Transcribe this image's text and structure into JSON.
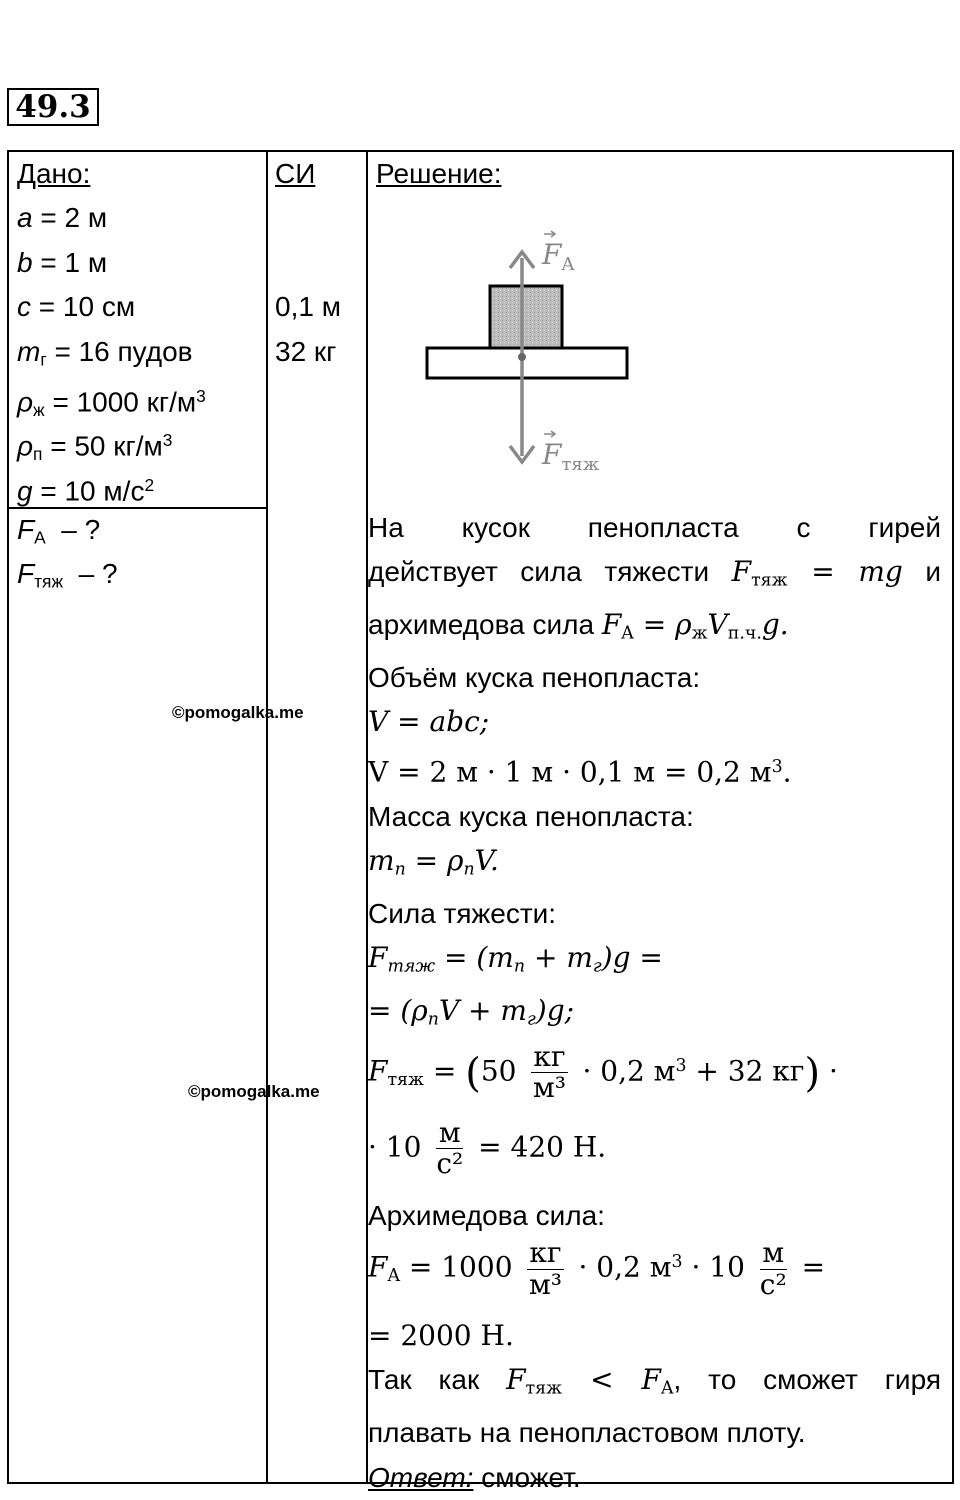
{
  "task_number": "49.3",
  "given": {
    "header": "Дано:",
    "lines": [
      {
        "v": "a",
        "s": "",
        "rest": " = 2 м",
        "p": ""
      },
      {
        "v": "b",
        "s": "",
        "rest": " = 1 м",
        "p": ""
      },
      {
        "v": "c",
        "s": "",
        "rest": " = 10 см",
        "p": ""
      },
      {
        "v": "m",
        "s": "г",
        "rest": " = 16 пудов",
        "p": ""
      },
      {
        "v": "ρ",
        "s": "ж",
        "rest": " = 1000 кг/м",
        "p": "3"
      },
      {
        "v": "ρ",
        "s": "п",
        "rest": " = 50 кг/м",
        "p": "3"
      },
      {
        "v": "g",
        "s": "",
        "rest": " = 10 м/с",
        "p": "2"
      }
    ]
  },
  "find": [
    {
      "v": "F",
      "s": "A",
      "rest": "  – ?"
    },
    {
      "v": "F",
      "s": "тяж",
      "rest": "  – ?"
    }
  ],
  "si": {
    "header": "СИ",
    "lines": [
      "",
      "",
      "0,1 м",
      "32 кг"
    ]
  },
  "solution": {
    "header": "Решение:",
    "diagram": {
      "label_top_main": "F",
      "label_top_sub": "A",
      "label_bottom_main": "F",
      "label_bottom_sub": "тяж"
    },
    "p1": {
      "t1": "На кусок пенопласта с гирей",
      "t2": "действует сила тяжести ",
      "f1": "F",
      "f1s": "тяж",
      "f1r": " = mg",
      "t3": " и",
      "t4": "архимедова сила ",
      "f2": "F",
      "f2s": "A",
      "f2r": " = ρ",
      "f2s2": "ж",
      "f2r2": "V",
      "f2s3": "п.ч.",
      "f2r3": "g."
    },
    "vol_title": "Объём куска пенопласта:",
    "vol_formula": "V = abc;",
    "vol_calc": "V = 2 м · 1 м · 0,1 м = 0,2 м",
    "vol_calc_pow": "3",
    "vol_calc_end": ".",
    "mass_title": "Масса куска пенопласта:",
    "mass_formula": {
      "a": "m",
      "as": "п",
      "b": " = ρ",
      "bs": "п",
      "c": "V."
    },
    "grav_title": "Сила тяжести:",
    "grav_f1": {
      "a": "F",
      "as": "тяж",
      "b": " = (m",
      "bs": "п",
      "c": " + m",
      "cs": "г",
      "d": ")g ="
    },
    "grav_f2": {
      "a": "= (ρ",
      "as": "п",
      "b": "V + m",
      "bs": "г",
      "c": ")g;"
    },
    "grav_f3": {
      "a": "F",
      "as": "тяж",
      "b": " = ",
      "lp": "(",
      "c": "50 ",
      "num": "кг",
      "den": "м³",
      "d": " · 0,2 м",
      "dp": "3",
      "e": " + 32 кг",
      "rp": ")",
      "f": " ·"
    },
    "grav_f4": {
      "a": "· 10 ",
      "num": "м",
      "den": "с²",
      "b": " = 420 Н."
    },
    "arch_title": "Архимедова сила:",
    "arch_f1": {
      "a": "F",
      "as": "A",
      "b": " = 1000 ",
      "num1": "кг",
      "den1": "м³",
      "c": " · 0,2 м",
      "cp": "3",
      "d": " · 10 ",
      "num2": "м",
      "den2": "с²",
      "e": " ="
    },
    "arch_f2": "= 2000 Н.",
    "concl1": {
      "a": "Так как ",
      "f1": "F",
      "f1s": "тяж",
      "m": " < ",
      "f2": "F",
      "f2s": "A",
      "b": ", то сможет гиря"
    },
    "concl2": "плавать на пенопластовом плоту.",
    "answer_label": "Ответ:",
    "answer_text": " сможет."
  },
  "watermarks": [
    "©pomogalka.me",
    "©pomogalka.me"
  ]
}
